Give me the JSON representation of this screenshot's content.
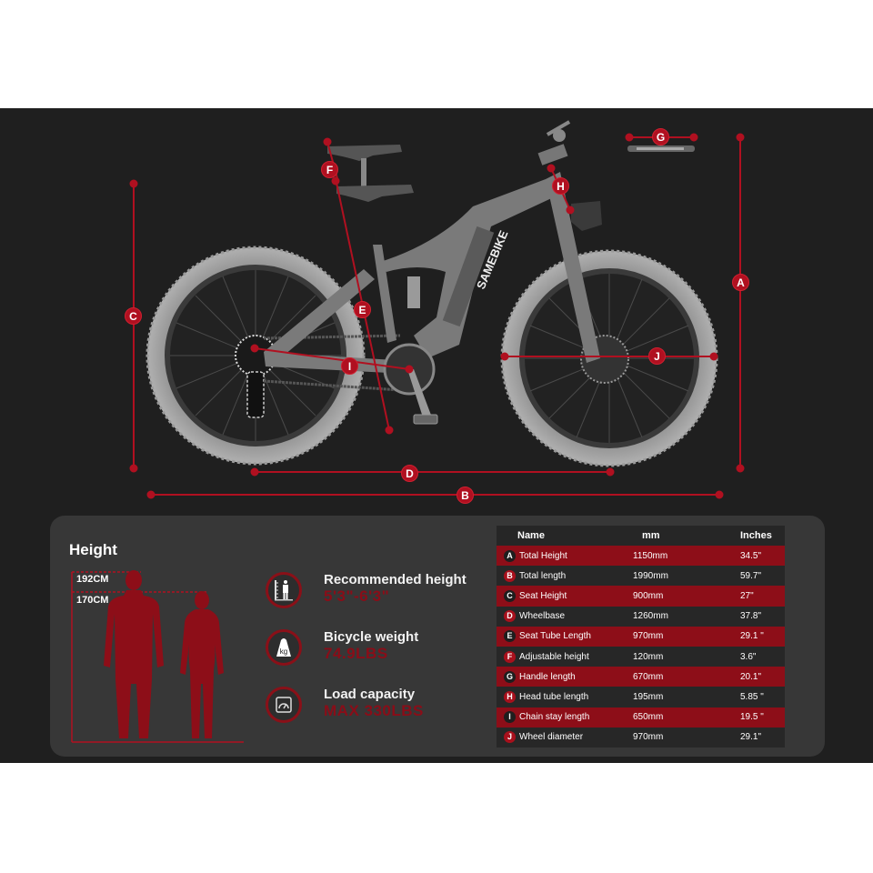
{
  "diagram": {
    "brand_text": "SAMEBIKE",
    "markers": {
      "A": "A",
      "B": "B",
      "C": "C",
      "D": "D",
      "E": "E",
      "F": "F",
      "G": "G",
      "H": "H",
      "I": "I",
      "J": "J"
    },
    "colors": {
      "accent": "#b01020",
      "background": "#1f1f1f",
      "bike": "#7d7d7d",
      "tire": "#a6a6a6"
    }
  },
  "height_section": {
    "title": "Height",
    "tall_label": "192CM",
    "short_label": "170CM"
  },
  "specs": [
    {
      "icon": "height-chart-icon",
      "label": "Recommended height",
      "value": "5'3\"-6'3\""
    },
    {
      "icon": "kg-weight-icon",
      "label": "Bicycle weight",
      "value": "74.9LBS"
    },
    {
      "icon": "gauge-icon",
      "label": "Load capacity",
      "value": "MAX 330LBS"
    }
  ],
  "table": {
    "headers": {
      "name": "Name",
      "mm": "mm",
      "inches": "Inches"
    },
    "rows": [
      {
        "key": "A",
        "name": "Total Height",
        "mm": "1150mm",
        "inches": "34.5\""
      },
      {
        "key": "B",
        "name": "Total length",
        "mm": "1990mm",
        "inches": "59.7\""
      },
      {
        "key": "C",
        "name": "Seat Height",
        "mm": "900mm",
        "inches": "27\""
      },
      {
        "key": "D",
        "name": "Wheelbase",
        "mm": "1260mm",
        "inches": "37.8\""
      },
      {
        "key": "E",
        "name": "Seat Tube Length",
        "mm": "970mm",
        "inches": "29.1 \""
      },
      {
        "key": "F",
        "name": "Adjustable height",
        "mm": "120mm",
        "inches": "3.6\""
      },
      {
        "key": "G",
        "name": "Handle length",
        "mm": "670mm",
        "inches": "20.1\""
      },
      {
        "key": "H",
        "name": "Head tube length",
        "mm": "195mm",
        "inches": "5.85 \""
      },
      {
        "key": "I",
        "name": "Chain stay length",
        "mm": "650mm",
        "inches": "19.5 \""
      },
      {
        "key": "J",
        "name": "Wheel diameter",
        "mm": "970mm",
        "inches": "29.1\""
      }
    ]
  }
}
